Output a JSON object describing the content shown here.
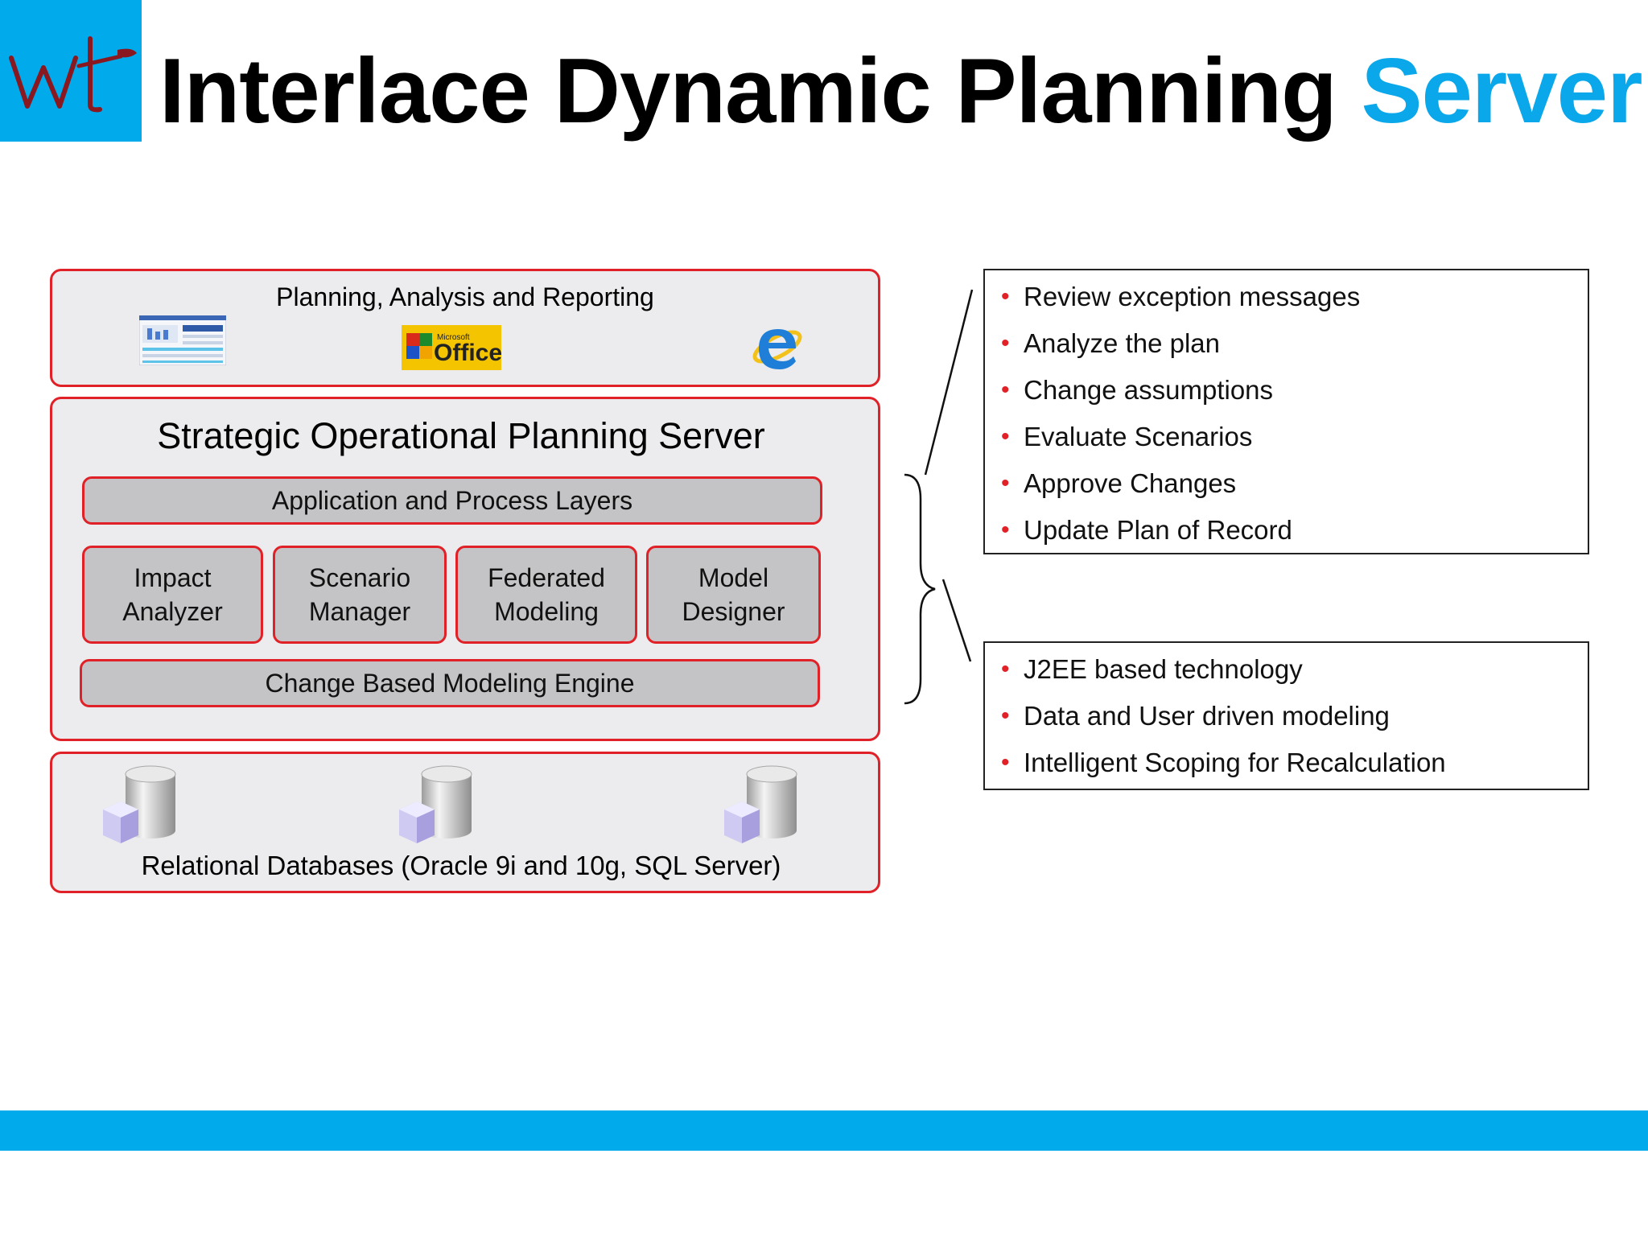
{
  "header": {
    "logo_text": "wt",
    "title_main": "Interlace Dynamic Planning ",
    "title_accent": "Server"
  },
  "colors": {
    "brand_blue": "#00aaeb",
    "accent_red": "#e02127",
    "panel_bg": "#ecebed",
    "module_bg": "#c4c3c5"
  },
  "diagram": {
    "top_panel": {
      "title": "Planning, Analysis and Reporting",
      "icons": [
        "spreadsheet-report-icon",
        "microsoft-office-icon",
        "internet-explorer-icon"
      ],
      "office_label_small": "Microsoft",
      "office_label": "Office"
    },
    "server_panel": {
      "title": "Strategic Operational Planning Server",
      "application_layer": "Application and Process Layers",
      "modules": [
        {
          "label": "Impact\nAnalyzer"
        },
        {
          "label": "Scenario\nManager"
        },
        {
          "label": "Federated\nModeling"
        },
        {
          "label": "Model\nDesigner"
        }
      ],
      "engine": "Change Based Modeling Engine"
    },
    "db_panel": {
      "title": "Relational Databases (Oracle 9i and 10g, SQL Server)",
      "icons": [
        "database-icon",
        "database-icon",
        "database-icon"
      ]
    }
  },
  "callouts": {
    "upper": [
      "Review exception messages",
      "Analyze the plan",
      "Change assumptions",
      "Evaluate Scenarios",
      "Approve Changes",
      "Update Plan of Record"
    ],
    "lower": [
      "J2EE based technology",
      "Data and User driven modeling",
      "Intelligent Scoping for Recalculation"
    ]
  }
}
